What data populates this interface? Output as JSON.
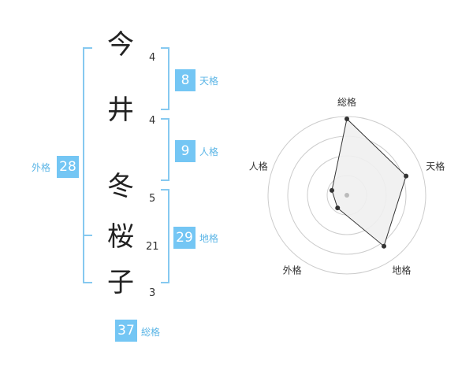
{
  "name": {
    "chars": [
      {
        "char": "今",
        "strokes": "4"
      },
      {
        "char": "井",
        "strokes": "4"
      },
      {
        "char": "冬",
        "strokes": "5"
      },
      {
        "char": "桜",
        "strokes": "21"
      },
      {
        "char": "子",
        "strokes": "3"
      }
    ]
  },
  "fortune": {
    "tenkaku": {
      "value": "8",
      "label": "天格"
    },
    "jinkaku": {
      "value": "9",
      "label": "人格"
    },
    "chikaku": {
      "value": "29",
      "label": "地格"
    },
    "gaikaku": {
      "value": "28",
      "label": "外格"
    },
    "soukaku": {
      "value": "37",
      "label": "総格"
    }
  },
  "colors": {
    "accent": "#74c6f4",
    "bracket": "#86c9f0",
    "radar_fill": "#f0f0f0",
    "radar_grid": "#cccccc"
  },
  "chart_data": {
    "type": "radar",
    "axes": [
      "総格",
      "天格",
      "地格",
      "外格",
      "人格"
    ],
    "values": [
      0.97,
      0.79,
      0.8,
      0.2,
      0.2
    ],
    "scale": [
      0,
      1
    ],
    "grid_rings": 4
  }
}
